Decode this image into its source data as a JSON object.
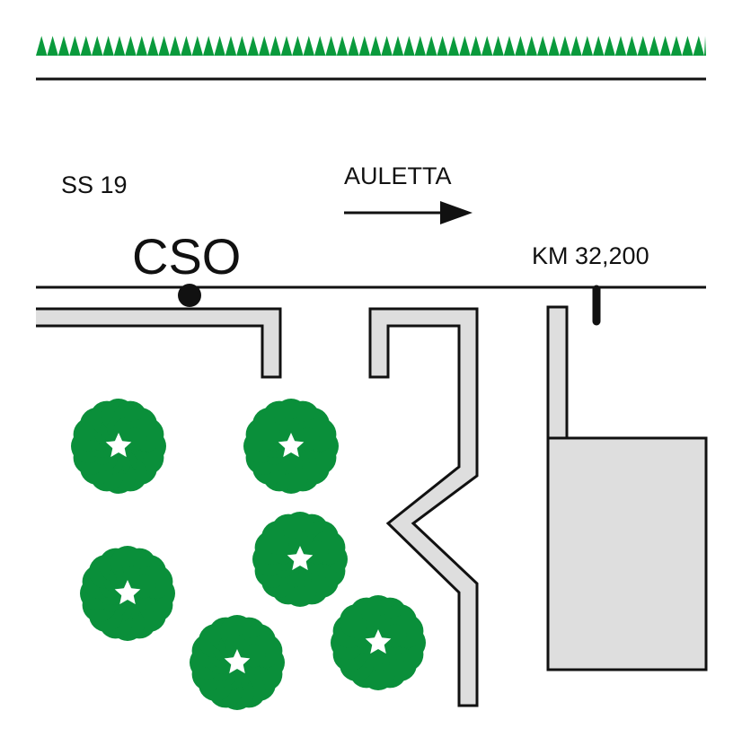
{
  "labels": {
    "road": "SS 19",
    "direction": "AULETTA",
    "marker": "CSO",
    "kilometre": "KM 32,200"
  },
  "colors": {
    "hedge": "#0a9a3c",
    "tree": "#0a8f3a",
    "wall_fill": "#dedede",
    "outline": "#111111",
    "background": "#ffffff"
  },
  "features": {
    "hedge": "sawtooth-hedge",
    "trees": "tree-cluster",
    "marker_point": "filled-circle",
    "km_post": "kilometre-post",
    "arrow": "right-arrow"
  }
}
